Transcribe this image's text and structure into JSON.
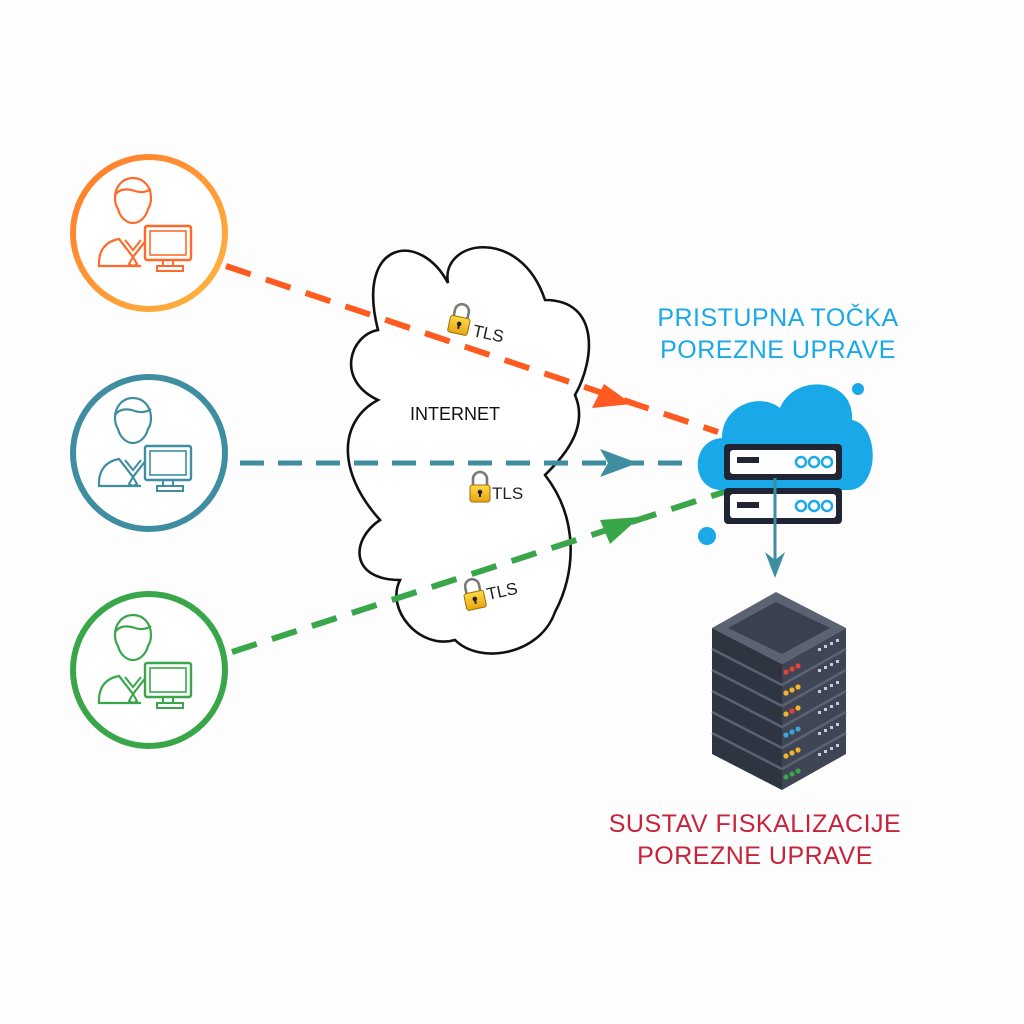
{
  "labels": {
    "internet": "INTERNET",
    "tls": "TLS",
    "access_point": [
      "PRISTUPNA TOČKA",
      "POREZNE UPRAVE"
    ],
    "fiscal_system": [
      "SUSTAV FISKALIZACIJE",
      "POREZNE UPRAVE"
    ]
  },
  "colors": {
    "orange": "#ff5a1f",
    "teal": "#3e8da1",
    "green": "#3aa64a",
    "sky": "#1aa9e8",
    "red": "#c8233a",
    "dark": "#2f3441"
  },
  "icons": [
    "user-computer-icon",
    "lock-icon",
    "cloud-server-icon",
    "server-rack-icon"
  ]
}
